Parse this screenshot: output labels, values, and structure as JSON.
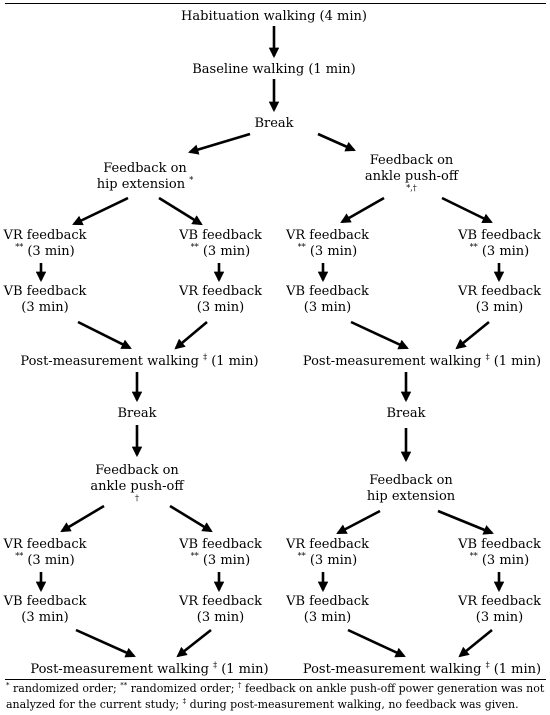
{
  "nodes": {
    "habituation": "Habituation walking (4 min)",
    "baseline": "Baseline walking (1 min)",
    "break_top": "Break",
    "left_branch": {
      "feedback_l1": "Feedback on",
      "feedback_l2": "hip extension",
      "feedback_mark": "*",
      "left_col_1a": "VR feedback",
      "left_col_1b_mark": "**",
      "left_col_1b": " (3 min)",
      "left_col_2a": "VB feedback",
      "left_col_2b": "(3 min)",
      "right_col_1a": "VB feedback",
      "right_col_1b_mark": "**",
      "right_col_1b": " (3 min)",
      "right_col_2a": "VR feedback",
      "right_col_2b": "(3 min)",
      "post_text": "Post-measurement walking ",
      "post_mark": "‡",
      "post_dur": " (1 min)",
      "break_label": "Break",
      "feedback2_l1": "Feedback on",
      "feedback2_l2": "ankle push-off",
      "feedback2_mark": "†",
      "left_col_3a": "VR feedback",
      "left_col_3b_mark": "**",
      "left_col_3b": " (3 min)",
      "left_col_4a": "VB feedback",
      "left_col_4b": "(3 min)",
      "right_col_3a": "VB feedback",
      "right_col_3b_mark": "**",
      "right_col_3b": " (3 min)",
      "right_col_4a": "VR feedback",
      "right_col_4b": "(3 min)",
      "post2_text": "Post-measurement walking ",
      "post2_mark": "‡",
      "post2_dur": " (1 min)"
    },
    "right_branch": {
      "feedback_l1": "Feedback on",
      "feedback_l2": "ankle push-off",
      "feedback_mark": "*,†",
      "left_col_1a": "VR feedback",
      "left_col_1b_mark": "**",
      "left_col_1b": " (3 min)",
      "left_col_2a": "VB feedback",
      "left_col_2b": "(3 min)",
      "right_col_1a": "VB feedback",
      "right_col_1b_mark": "**",
      "right_col_1b": " (3 min)",
      "right_col_2a": "VR feedback",
      "right_col_2b": "(3 min)",
      "post_text": "Post-measurement walking ",
      "post_mark": "‡",
      "post_dur": " (1 min)",
      "break_label": "Break",
      "feedback2_l1": "Feedback on",
      "feedback2_l2": "hip extension",
      "left_col_3a": "VR feedback",
      "left_col_3b_mark": "**",
      "left_col_3b": " (3 min)",
      "left_col_4a": "VB feedback",
      "left_col_4b": "(3 min)",
      "right_col_3a": "VB feedback",
      "right_col_3b_mark": "**",
      "right_col_3b": " (3 min)",
      "right_col_4a": "VR feedback",
      "right_col_4b": "(3 min)",
      "post2_text": "Post-measurement walking ",
      "post2_mark": "‡",
      "post2_dur": " (1 min)"
    }
  },
  "footnote": {
    "m1": "*",
    "t1": " randomized order; ",
    "m2": "**",
    "t2": " randomized order; ",
    "m3": "†",
    "t3": " feedback on ankle push-off power generation was not analyzed for the current study; ",
    "m4": "‡",
    "t4": " during post-measurement walking, no feedback was given."
  },
  "colors": {
    "stroke": "#000000",
    "text": "#000000"
  }
}
